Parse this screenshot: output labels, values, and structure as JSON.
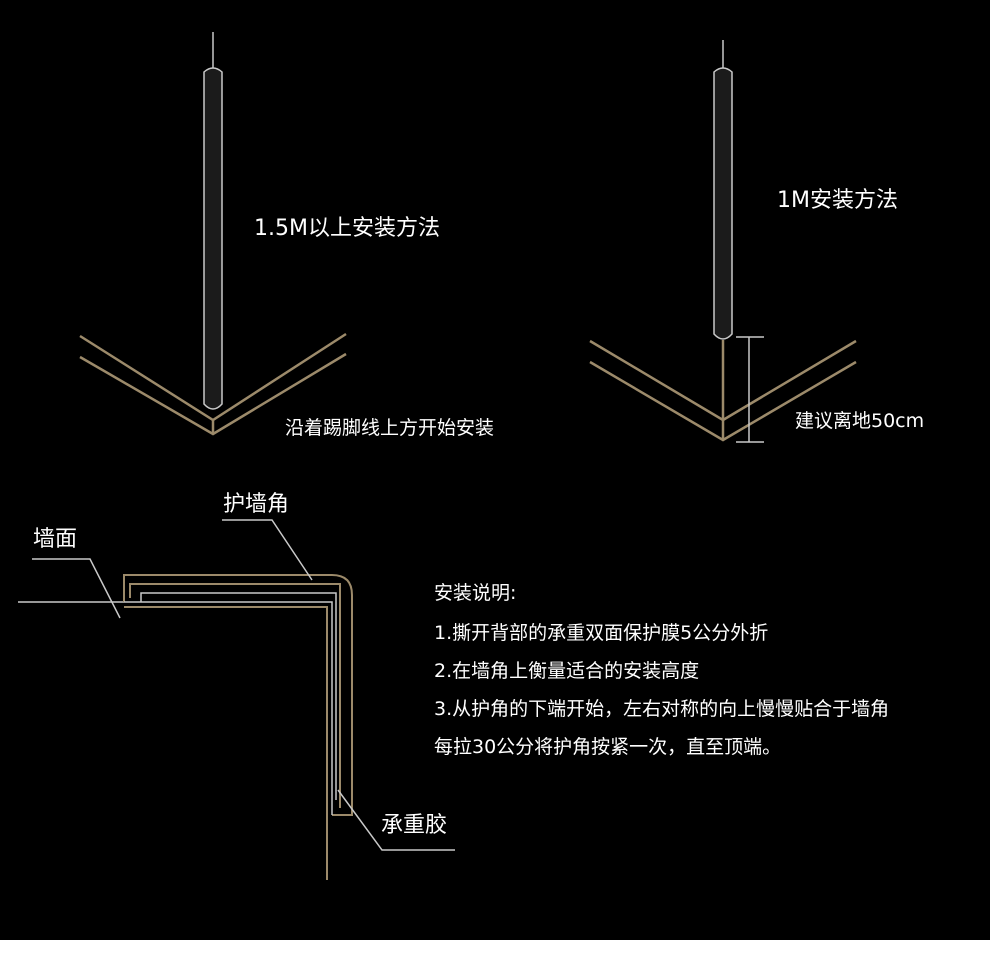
{
  "colors": {
    "background": "#000000",
    "page_bottom": "#ffffff",
    "corner_line": "#9c8a6a",
    "guard_bar": "#1b1b1b",
    "guard_outline": "#c9c9c9",
    "text": "#ffffff"
  },
  "top_left": {
    "title": "1.5M以上安装方法",
    "note": "沿着踢脚线上方开始安装"
  },
  "top_right": {
    "title": "1M安装方法",
    "note": "建议离地50cm"
  },
  "bottom_left": {
    "label_wall": "墙面",
    "label_guard": "护墙角",
    "label_glue": "承重胶"
  },
  "instructions": {
    "heading": "安装说明:",
    "steps": [
      "1.撕开背部的承重双面保护膜5公分外折",
      "2.在墙角上衡量适合的安装高度",
      "3.从护角的下端开始，左右对称的向上慢慢贴合于墙角",
      "每拉30公分将护角按紧一次，直至顶端。"
    ]
  }
}
